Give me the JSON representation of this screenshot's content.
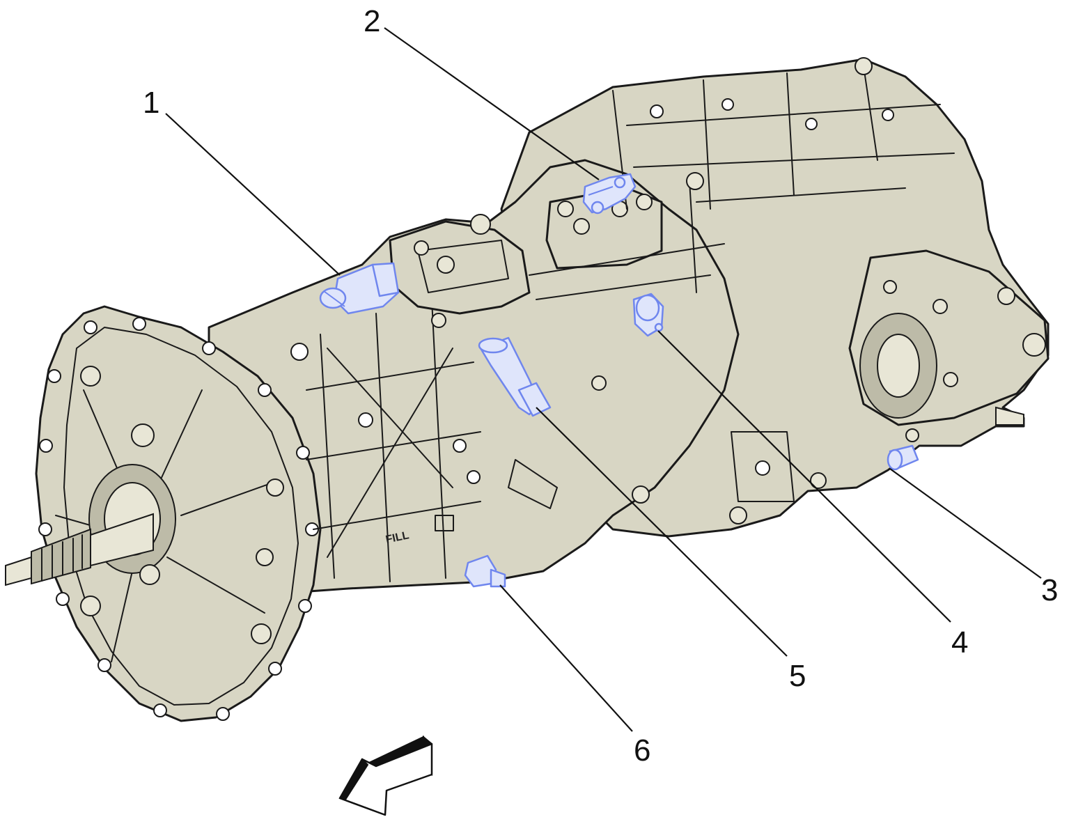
{
  "colors": {
    "housing": "#d8d6c4",
    "housing_dark": "#bdbba8",
    "housing_light": "#e8e6d6",
    "ink": "#1a1a1a",
    "highlight_part": "#6f86ee",
    "highlight_fill": "#dfe5fb"
  },
  "callouts": [
    {
      "id": 1,
      "label": "1"
    },
    {
      "id": 2,
      "label": "2"
    },
    {
      "id": 3,
      "label": "3"
    },
    {
      "id": 4,
      "label": "4"
    },
    {
      "id": 5,
      "label": "5"
    },
    {
      "id": 6,
      "label": "6"
    }
  ],
  "casting_marks": {
    "fill_plug": "FILL"
  },
  "icons": {
    "direction": "front-direction-arrow-icon"
  }
}
